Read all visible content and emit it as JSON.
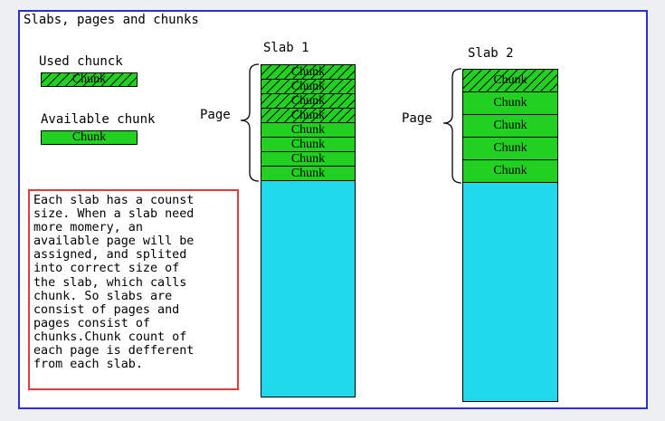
{
  "title": "Slabs, pages and chunks",
  "legend": {
    "used_label": "Used chunck",
    "used_chunk": "Chunk",
    "available_label": "Available chunk",
    "available_chunk": "Chunk"
  },
  "slab1": {
    "title": "Slab 1",
    "page_label": "Page",
    "chunks": [
      "Chunk",
      "Chunk",
      "Chunk",
      "Chunk",
      "Chunk",
      "Chunk",
      "Chunk",
      "Chunk"
    ],
    "used_count": 4
  },
  "slab2": {
    "title": "Slab 2",
    "page_label": "Page",
    "chunks": [
      "Chunk",
      "Chunk",
      "Chunk",
      "Chunk",
      "Chunk"
    ],
    "used_count": 1
  },
  "note": "Each slab has a counst\nsize. When a slab need\nmore momery, an\navailable page will be\nassigned, and splited\ninto correct size of\nthe slab, which calls\nchunk. So slabs are\nconsist of pages and\npages consist of\nchunks.Chunk count of\neach page is defferent\nfrom each slab.",
  "colors": {
    "frame": "#2b2fd6",
    "chunk_green": "#22d022",
    "free_space": "#1fd9ec",
    "note_border": "#e23b3b"
  }
}
